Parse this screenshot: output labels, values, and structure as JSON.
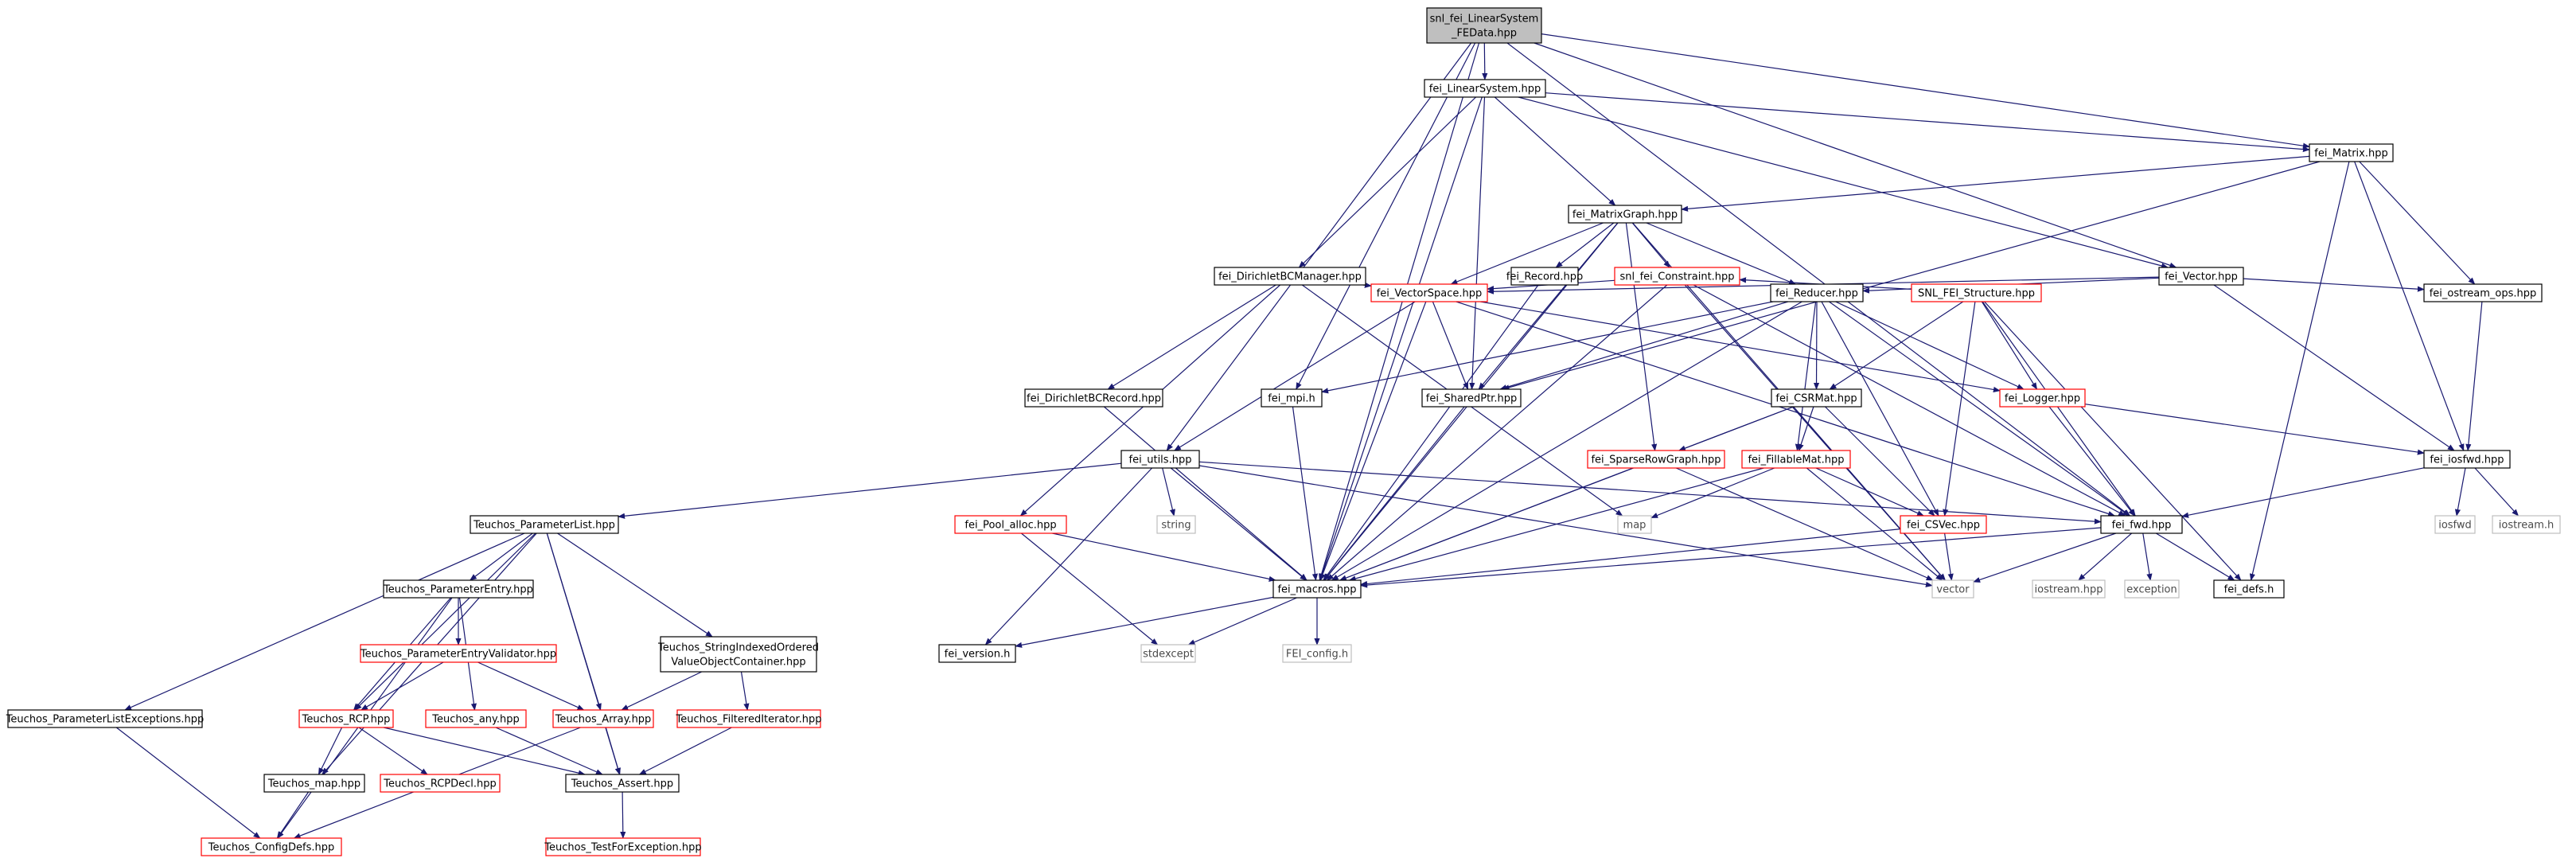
{
  "colors": {
    "edge": "#191970",
    "border_black": "#000000",
    "border_red": "#ff0000",
    "border_gray": "#bfbfbf",
    "root_fill": "#bfbfbf",
    "fill": "#ffffff"
  },
  "nodes": [
    {
      "id": "root",
      "lines": [
        "snl_fei_LinearSystem",
        "_FEData.hpp"
      ],
      "style": "root"
    },
    {
      "id": "linsys",
      "lines": [
        "fei_LinearSystem.hpp"
      ],
      "style": "black"
    },
    {
      "id": "matrix",
      "lines": [
        "fei_Matrix.hpp"
      ],
      "style": "black"
    },
    {
      "id": "matgraph",
      "lines": [
        "fei_MatrixGraph.hpp"
      ],
      "style": "black"
    },
    {
      "id": "dbcmgr",
      "lines": [
        "fei_DirichletBCManager.hpp"
      ],
      "style": "black"
    },
    {
      "id": "record",
      "lines": [
        "fei_Record.hpp"
      ],
      "style": "black"
    },
    {
      "id": "constraint",
      "lines": [
        "snl_fei_Constraint.hpp"
      ],
      "style": "red"
    },
    {
      "id": "vector",
      "lines": [
        "fei_Vector.hpp"
      ],
      "style": "black"
    },
    {
      "id": "vecspace",
      "lines": [
        "fei_VectorSpace.hpp"
      ],
      "style": "red"
    },
    {
      "id": "reducer",
      "lines": [
        "fei_Reducer.hpp"
      ],
      "style": "black"
    },
    {
      "id": "snlstruct",
      "lines": [
        "SNL_FEI_Structure.hpp"
      ],
      "style": "red"
    },
    {
      "id": "ostreamops",
      "lines": [
        "fei_ostream_ops.hpp"
      ],
      "style": "black"
    },
    {
      "id": "dbcrecord",
      "lines": [
        "fei_DirichletBCRecord.hpp"
      ],
      "style": "black"
    },
    {
      "id": "mpi",
      "lines": [
        "fei_mpi.h"
      ],
      "style": "black"
    },
    {
      "id": "sharedptr",
      "lines": [
        "fei_SharedPtr.hpp"
      ],
      "style": "black"
    },
    {
      "id": "csrmat",
      "lines": [
        "fei_CSRMat.hpp"
      ],
      "style": "black"
    },
    {
      "id": "logger",
      "lines": [
        "fei_Logger.hpp"
      ],
      "style": "red"
    },
    {
      "id": "iosfwd_fei",
      "lines": [
        "fei_iosfwd.hpp"
      ],
      "style": "black"
    },
    {
      "id": "utils",
      "lines": [
        "fei_utils.hpp"
      ],
      "style": "black"
    },
    {
      "id": "sparserow",
      "lines": [
        "fei_SparseRowGraph.hpp"
      ],
      "style": "red"
    },
    {
      "id": "fillable",
      "lines": [
        "fei_FillableMat.hpp"
      ],
      "style": "red"
    },
    {
      "id": "string",
      "lines": [
        "string"
      ],
      "style": "gray"
    },
    {
      "id": "map",
      "lines": [
        "map"
      ],
      "style": "gray"
    },
    {
      "id": "iosfwd",
      "lines": [
        "iosfwd"
      ],
      "style": "gray"
    },
    {
      "id": "iostream_h",
      "lines": [
        "iostream.h"
      ],
      "style": "gray"
    },
    {
      "id": "plist",
      "lines": [
        "Teuchos_ParameterList.hpp"
      ],
      "style": "black"
    },
    {
      "id": "poolalloc",
      "lines": [
        "fei_Pool_alloc.hpp"
      ],
      "style": "red"
    },
    {
      "id": "csvec",
      "lines": [
        "fei_CSVec.hpp"
      ],
      "style": "red"
    },
    {
      "id": "feifwd",
      "lines": [
        "fei_fwd.hpp"
      ],
      "style": "black"
    },
    {
      "id": "pentry",
      "lines": [
        "Teuchos_ParameterEntry.hpp"
      ],
      "style": "black"
    },
    {
      "id": "macros",
      "lines": [
        "fei_macros.hpp"
      ],
      "style": "black"
    },
    {
      "id": "vectorstd",
      "lines": [
        "vector"
      ],
      "style": "gray"
    },
    {
      "id": "iostream_hpp",
      "lines": [
        "iostream.hpp"
      ],
      "style": "gray"
    },
    {
      "id": "exception",
      "lines": [
        "exception"
      ],
      "style": "gray"
    },
    {
      "id": "defs",
      "lines": [
        "fei_defs.h"
      ],
      "style": "black"
    },
    {
      "id": "strindexed",
      "lines": [
        "Teuchos_StringIndexedOrdered",
        "ValueObjectContainer.hpp"
      ],
      "style": "black"
    },
    {
      "id": "pevalidator",
      "lines": [
        "Teuchos_ParameterEntryValidator.hpp"
      ],
      "style": "red"
    },
    {
      "id": "version",
      "lines": [
        "fei_version.h"
      ],
      "style": "black"
    },
    {
      "id": "stdexcept",
      "lines": [
        "stdexcept"
      ],
      "style": "gray"
    },
    {
      "id": "config",
      "lines": [
        "FEI_config.h"
      ],
      "style": "gray"
    },
    {
      "id": "plistexc",
      "lines": [
        "Teuchos_ParameterListExceptions.hpp"
      ],
      "style": "black"
    },
    {
      "id": "rcp",
      "lines": [
        "Teuchos_RCP.hpp"
      ],
      "style": "red"
    },
    {
      "id": "any",
      "lines": [
        "Teuchos_any.hpp"
      ],
      "style": "red"
    },
    {
      "id": "array",
      "lines": [
        "Teuchos_Array.hpp"
      ],
      "style": "red"
    },
    {
      "id": "filtered",
      "lines": [
        "Teuchos_FilteredIterator.hpp"
      ],
      "style": "red"
    },
    {
      "id": "tmap",
      "lines": [
        "Teuchos_map.hpp"
      ],
      "style": "black"
    },
    {
      "id": "rcpdecl",
      "lines": [
        "Teuchos_RCPDecl.hpp"
      ],
      "style": "red"
    },
    {
      "id": "assert",
      "lines": [
        "Teuchos_Assert.hpp"
      ],
      "style": "black"
    },
    {
      "id": "configdefs",
      "lines": [
        "Teuchos_ConfigDefs.hpp"
      ],
      "style": "red"
    },
    {
      "id": "testforexc",
      "lines": [
        "Teuchos_TestForException.hpp"
      ],
      "style": "red"
    }
  ],
  "edges": [
    [
      "root",
      "linsys"
    ],
    [
      "root",
      "matrix"
    ],
    [
      "root",
      "vector"
    ],
    [
      "root",
      "mpi"
    ],
    [
      "root",
      "utils"
    ],
    [
      "root",
      "macros"
    ],
    [
      "root",
      "feifwd"
    ],
    [
      "linsys",
      "matrix"
    ],
    [
      "linsys",
      "matgraph"
    ],
    [
      "linsys",
      "dbcmgr"
    ],
    [
      "linsys",
      "vector"
    ],
    [
      "linsys",
      "sharedptr"
    ],
    [
      "linsys",
      "macros"
    ],
    [
      "matrix",
      "matgraph"
    ],
    [
      "matrix",
      "ostreamops"
    ],
    [
      "matrix",
      "iosfwd_fei"
    ],
    [
      "matrix",
      "sharedptr"
    ],
    [
      "matrix",
      "defs"
    ],
    [
      "matgraph",
      "record"
    ],
    [
      "matgraph",
      "constraint"
    ],
    [
      "matgraph",
      "vecspace"
    ],
    [
      "matgraph",
      "reducer"
    ],
    [
      "matgraph",
      "sharedptr"
    ],
    [
      "matgraph",
      "sparserow"
    ],
    [
      "matgraph",
      "macros"
    ],
    [
      "matgraph",
      "vectorstd"
    ],
    [
      "dbcmgr",
      "dbcrecord"
    ],
    [
      "dbcmgr",
      "vecspace"
    ],
    [
      "dbcmgr",
      "poolalloc"
    ],
    [
      "dbcmgr",
      "map"
    ],
    [
      "record",
      "macros"
    ],
    [
      "constraint",
      "vecspace"
    ],
    [
      "constraint",
      "macros"
    ],
    [
      "constraint",
      "vectorstd"
    ],
    [
      "constraint",
      "feifwd"
    ],
    [
      "vector",
      "vecspace"
    ],
    [
      "vector",
      "reducer"
    ],
    [
      "vector",
      "ostreamops"
    ],
    [
      "vector",
      "iosfwd_fei"
    ],
    [
      "vecspace",
      "sharedptr"
    ],
    [
      "vecspace",
      "logger"
    ],
    [
      "vecspace",
      "utils"
    ],
    [
      "vecspace",
      "feifwd"
    ],
    [
      "vecspace",
      "macros"
    ],
    [
      "reducer",
      "sharedptr"
    ],
    [
      "reducer",
      "mpi"
    ],
    [
      "reducer",
      "csrmat"
    ],
    [
      "reducer",
      "fillable"
    ],
    [
      "reducer",
      "csvec"
    ],
    [
      "reducer",
      "logger"
    ],
    [
      "reducer",
      "feifwd"
    ],
    [
      "reducer",
      "macros"
    ],
    [
      "snlstruct",
      "csrmat"
    ],
    [
      "snlstruct",
      "logger"
    ],
    [
      "snlstruct",
      "csvec"
    ],
    [
      "snlstruct",
      "feifwd"
    ],
    [
      "snlstruct",
      "defs"
    ],
    [
      "snlstruct",
      "constraint"
    ],
    [
      "ostreamops",
      "iosfwd_fei"
    ],
    [
      "dbcrecord",
      "macros"
    ],
    [
      "mpi",
      "macros"
    ],
    [
      "sharedptr",
      "macros"
    ],
    [
      "csrmat",
      "sparserow"
    ],
    [
      "csrmat",
      "fillable"
    ],
    [
      "csrmat",
      "csvec"
    ],
    [
      "csrmat",
      "macros"
    ],
    [
      "logger",
      "feifwd"
    ],
    [
      "logger",
      "iosfwd_fei"
    ],
    [
      "iosfwd_fei",
      "iosfwd"
    ],
    [
      "iosfwd_fei",
      "iostream_h"
    ],
    [
      "iosfwd_fei",
      "feifwd"
    ],
    [
      "utils",
      "plist"
    ],
    [
      "utils",
      "string"
    ],
    [
      "utils",
      "version"
    ],
    [
      "utils",
      "macros"
    ],
    [
      "utils",
      "feifwd"
    ],
    [
      "utils",
      "vectorstd"
    ],
    [
      "sparserow",
      "vectorstd"
    ],
    [
      "sparserow",
      "macros"
    ],
    [
      "fillable",
      "csvec"
    ],
    [
      "fillable",
      "map"
    ],
    [
      "fillable",
      "vectorstd"
    ],
    [
      "fillable",
      "macros"
    ],
    [
      "plist",
      "pentry"
    ],
    [
      "plist",
      "strindexed"
    ],
    [
      "plist",
      "plistexc"
    ],
    [
      "plist",
      "rcp"
    ],
    [
      "plist",
      "array"
    ],
    [
      "plist",
      "tmap"
    ],
    [
      "plist",
      "assert"
    ],
    [
      "poolalloc",
      "stdexcept"
    ],
    [
      "poolalloc",
      "macros"
    ],
    [
      "csvec",
      "vectorstd"
    ],
    [
      "csvec",
      "macros"
    ],
    [
      "feifwd",
      "macros"
    ],
    [
      "feifwd",
      "vectorstd"
    ],
    [
      "feifwd",
      "iostream_hpp"
    ],
    [
      "feifwd",
      "exception"
    ],
    [
      "feifwd",
      "defs"
    ],
    [
      "pentry",
      "pevalidator"
    ],
    [
      "pentry",
      "any"
    ],
    [
      "pentry",
      "rcp"
    ],
    [
      "pentry",
      "configdefs"
    ],
    [
      "macros",
      "version"
    ],
    [
      "macros",
      "stdexcept"
    ],
    [
      "macros",
      "config"
    ],
    [
      "strindexed",
      "array"
    ],
    [
      "strindexed",
      "filtered"
    ],
    [
      "pevalidator",
      "rcp"
    ],
    [
      "pevalidator",
      "array"
    ],
    [
      "plistexc",
      "configdefs"
    ],
    [
      "rcp",
      "tmap"
    ],
    [
      "rcp",
      "rcpdecl"
    ],
    [
      "rcp",
      "assert"
    ],
    [
      "any",
      "assert"
    ],
    [
      "array",
      "assert"
    ],
    [
      "array",
      "configdefs"
    ],
    [
      "filtered",
      "assert"
    ],
    [
      "tmap",
      "configdefs"
    ],
    [
      "assert",
      "testforexc"
    ]
  ]
}
